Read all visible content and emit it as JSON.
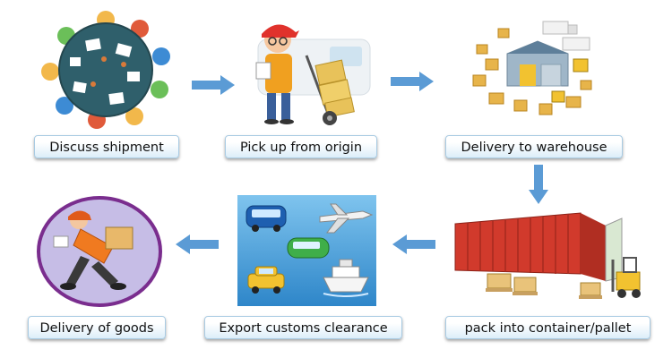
{
  "colors": {
    "arrow": "#5b9bd5",
    "label_fill_top": "#ffffff",
    "label_fill_bottom": "#dceef9",
    "label_border": "#a9cbe3"
  },
  "steps": [
    {
      "label": "Discuss shipment",
      "icon": "meeting-table-icon"
    },
    {
      "label": "Pick up from origin",
      "icon": "courier-hand-truck-icon"
    },
    {
      "label": "Delivery to warehouse",
      "icon": "warehouse-icon"
    },
    {
      "label": "pack into container/pallet",
      "icon": "shipping-container-icon"
    },
    {
      "label": "Export customs clearance",
      "icon": "transport-vehicles-icon"
    },
    {
      "label": "Delivery of goods",
      "icon": "delivery-runner-icon"
    }
  ]
}
